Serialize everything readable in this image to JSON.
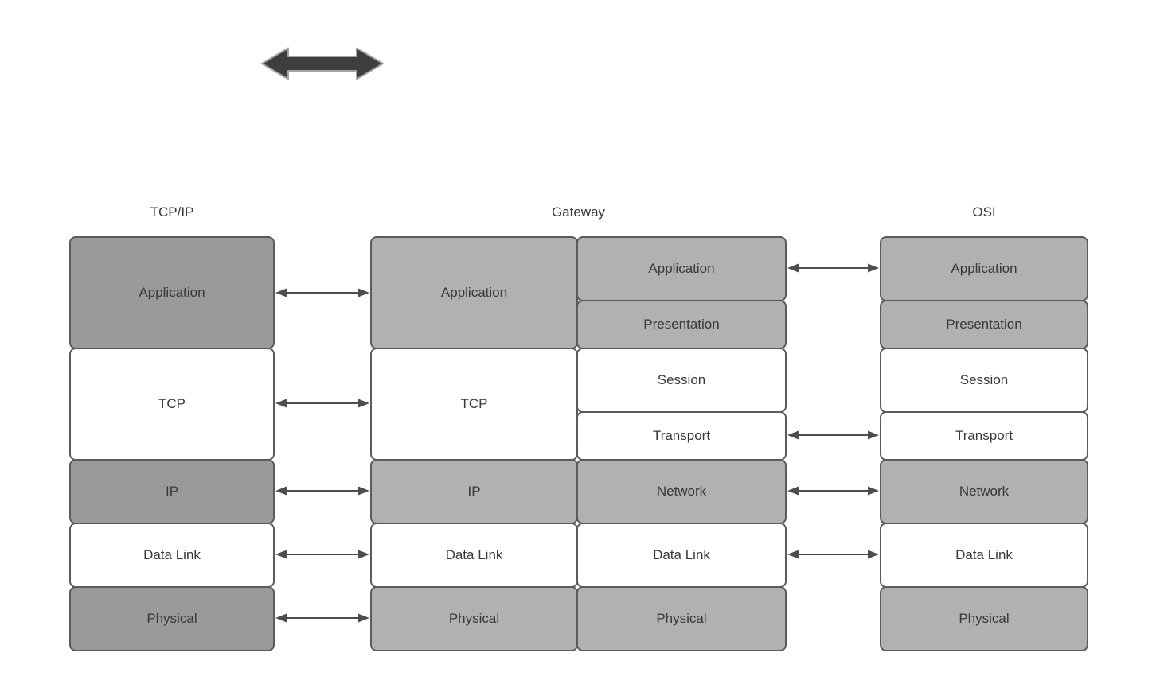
{
  "diagram": {
    "title_labels": {
      "tcpip": "TCP/IP",
      "gateway": "Gateway",
      "osi": "OSI"
    },
    "stacks": {
      "tcpip": {
        "rows": [
          {
            "label": "Application",
            "shade": "dark"
          },
          {
            "label": "TCP",
            "shade": "white"
          },
          {
            "label": "IP",
            "shade": "dark"
          },
          {
            "label": "Data Link",
            "shade": "white"
          },
          {
            "label": "Physical",
            "shade": "dark"
          }
        ]
      },
      "gateway_left": {
        "rows": [
          {
            "label": "Application",
            "shade": "light"
          },
          {
            "label": "TCP",
            "shade": "white"
          },
          {
            "label": "IP",
            "shade": "light"
          },
          {
            "label": "Data Link",
            "shade": "white"
          },
          {
            "label": "Physical",
            "shade": "light"
          }
        ]
      },
      "gateway_right": {
        "rows": [
          {
            "label": "Application",
            "shade": "light"
          },
          {
            "label": "Presentation",
            "shade": "light"
          },
          {
            "label": "Session",
            "shade": "white"
          },
          {
            "label": "Transport",
            "shade": "white"
          },
          {
            "label": "Network",
            "shade": "light"
          },
          {
            "label": "Data Link",
            "shade": "white"
          },
          {
            "label": "Physical",
            "shade": "light"
          }
        ]
      },
      "osi": {
        "rows": [
          {
            "label": "Application",
            "shade": "light"
          },
          {
            "label": "Presentation",
            "shade": "light"
          },
          {
            "label": "Session",
            "shade": "white"
          },
          {
            "label": "Transport",
            "shade": "white"
          },
          {
            "label": "Network",
            "shade": "light"
          },
          {
            "label": "Data Link",
            "shade": "white"
          },
          {
            "label": "Physical",
            "shade": "light"
          }
        ]
      }
    },
    "connections": {
      "tcpip_to_gateway": [
        "Application",
        "TCP",
        "IP",
        "Data Link",
        "Physical"
      ],
      "gateway_to_osi": [
        "Application",
        "Transport",
        "Network",
        "Data Link"
      ]
    },
    "icons": {
      "top_arrow": "double-headed-arrow"
    }
  },
  "colors": {
    "dark": "#9a9a9a",
    "light": "#b1b1b1",
    "white": "#ffffff",
    "border": "#5b5b5b",
    "text": "#383838",
    "connector": "#4d4d4d",
    "thick_arrow_fill": "#3e3e3e",
    "thick_arrow_stroke": "#a3a3a3"
  }
}
